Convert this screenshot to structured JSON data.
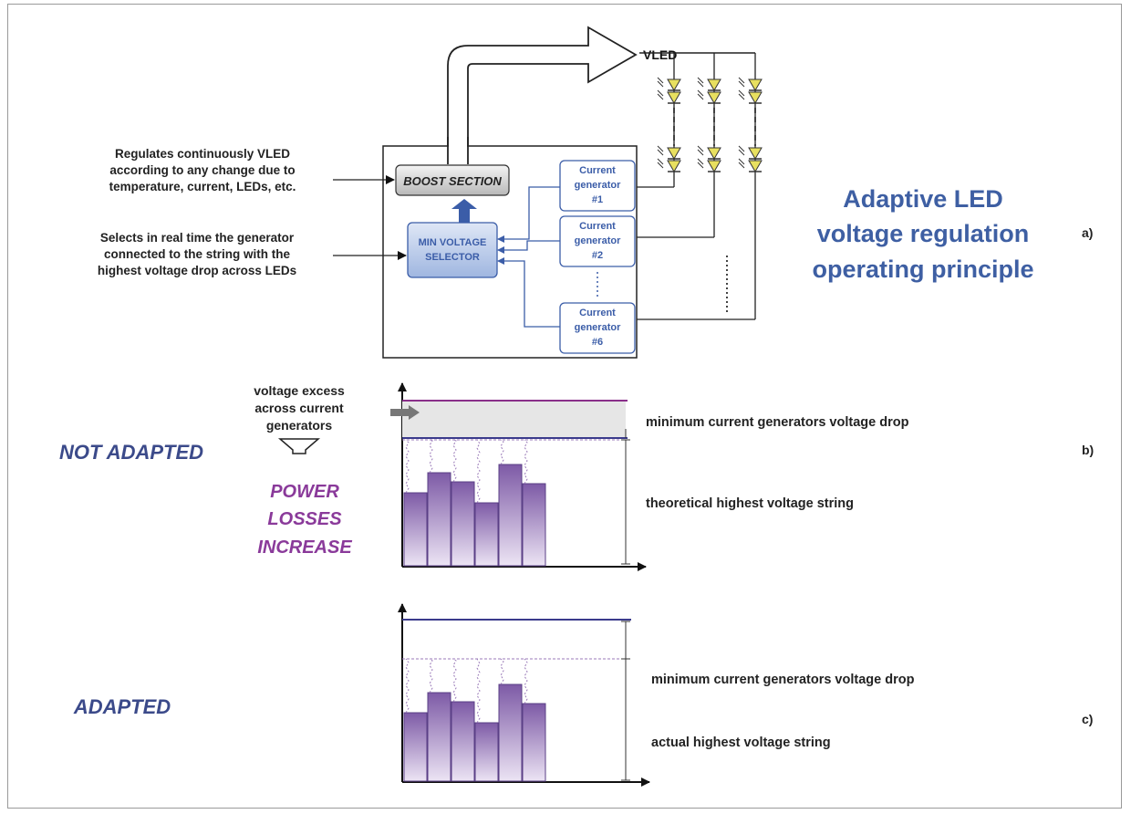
{
  "part_a": {
    "vled_label": "VLED",
    "boost_label": "BOOST SECTION",
    "selector_label_lines": [
      "MIN VOLTAGE",
      "SELECTOR"
    ],
    "generators": [
      {
        "lines": [
          "Current",
          "generator",
          "#1"
        ]
      },
      {
        "lines": [
          "Current",
          "generator",
          "#2"
        ]
      },
      {
        "lines": [
          "Current",
          "generator",
          "#6"
        ]
      }
    ],
    "note_boost_lines": [
      "Regulates continuously VLED",
      "according to any change due to",
      "temperature, current, LEDs, etc."
    ],
    "note_selector_lines": [
      "Selects in real time the generator",
      "connected to the string with the",
      "highest voltage drop across LEDs"
    ],
    "title_lines": [
      "Adaptive LED",
      "voltage regulation",
      "operating principle"
    ],
    "part_label": "a)"
  },
  "part_b": {
    "state_label": "NOT ADAPTED",
    "excess_lines": [
      "voltage excess",
      "across current",
      "generators"
    ],
    "power_lines": [
      "POWER",
      "LOSSES",
      "INCREASE"
    ],
    "label_drop": "minimum current generators voltage drop",
    "label_string": "theoretical highest voltage string",
    "part_label": "b)"
  },
  "part_c": {
    "state_label": "ADAPTED",
    "label_drop": "minimum current generators voltage drop",
    "label_string": "actual highest voltage string",
    "part_label": "c)"
  },
  "colors": {
    "title": "#3e5fa3",
    "box_stroke": "#3b5da8",
    "bar_fill_top": "#7d5aa6",
    "bar_fill_bottom": "#ece4f4",
    "power_text": "#8a3a9a",
    "state_text": "#3b4a8a",
    "led_fill": "#e8e060"
  }
}
